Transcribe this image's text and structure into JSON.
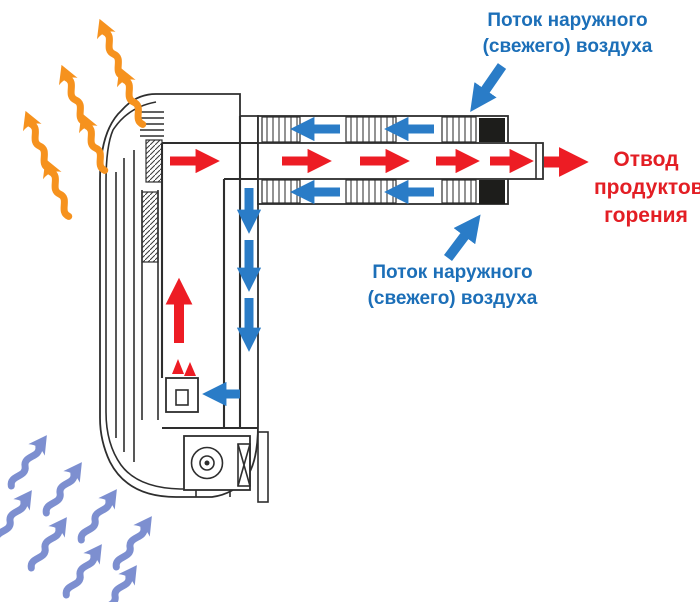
{
  "labels": {
    "fresh_air_top": {
      "lines": [
        "Поток наружного",
        "(свежего) воздуха"
      ]
    },
    "fresh_air_mid": {
      "lines": [
        "Поток наружного",
        "(свежего) воздуха"
      ]
    },
    "exhaust": {
      "lines": [
        "Отвод",
        "продуктов",
        "горения"
      ]
    }
  },
  "colors": {
    "fresh_air_blue": "#2a7cc7",
    "label_blue": "#1c6fb8",
    "exhaust_red": "#ed1c24",
    "label_red": "#e31e24",
    "heat_orange": "#f6921e",
    "room_air_periwinkle": "#7d8fd0",
    "line_dark": "#2e2e2e",
    "seal_black": "#1d1d1b",
    "background": "#ffffff"
  },
  "icons": {
    "heat_output": "wavy-arrow-icon",
    "room_air_intake": "wavy-arrow-icon",
    "flame": "flame-icon"
  }
}
